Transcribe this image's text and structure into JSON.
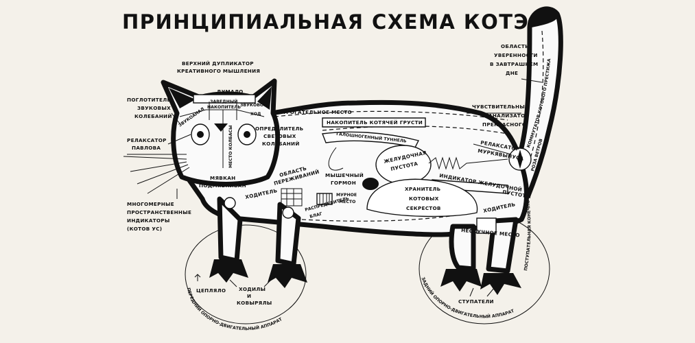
{
  "title": "ПРИНЦИПИАЛЬНАЯ СХЕМА КОТЭ",
  "labels": {
    "confidence_1": "ОБЛАСТЬ",
    "confidence_2": "УВЕРЕННОСТИ",
    "confidence_3": "В ЗАВТРАШНЕМ",
    "confidence_4": "ДНЕ",
    "prestige": "КОММУТАТОР КОТОВОГО ПРЕСТИЖА",
    "creative_1": "ВЕРХНИЙ ДУПЛИКАТОР",
    "creative_2": "КРЕАТИВНОГО МЫШЛЕНИЯ",
    "dumalo": "ДУМАЛО",
    "sound_1": "ПОГЛОТИТЕЛЬ",
    "sound_2": "ЗВУКОВЫХ",
    "sound_3": "КОЛЕБАНИЙ",
    "pavlov_1": "РЕЛАКСАТОР",
    "pavlov_2": "ПАВЛОВА",
    "zvuk_anal": "ЗВУКОАНАЛ",
    "nakopitel": "НАКОПИТЕЛЬ",
    "zvukovoy": "ЗВУКОВОЙ",
    "hod": "ХОД",
    "kogdaedy": "ЗАВЕДНЫЙ",
    "mesto_kolbasy": "МЕСТО КОЛБАСЫ",
    "light_1": "ОПРЕДЕЛИТЕЛЬ",
    "light_2": "СВЕТОВЫХ",
    "light_3": "КОЛЕБАНИЙ",
    "trogatelnoe": "ТРОГАТЕЛЬНОЕ МЕСТО",
    "grust": "НАКОПИТЕЛЬ КОТЯЧЕЙ ГРУСТИ",
    "tunnel": "ГАЛОШНОГЕННЫЙ ТУННЕЛЬ",
    "sensitive_1": "ЧУВСТВИТЕЛЬНЫЙ",
    "sensitive_2": "АНАЛИЗАТОР",
    "sensitive_3": "ПРЕКРАСНОГО",
    "murk_1": "РЕЛАКСАТОР",
    "murk_2": "МУРКЯВЫНУСА",
    "roza": "РОЗА ВЕТРОВ",
    "stomach_1": "ЖЕЛУДОЧНАЯ",
    "stomach_2": "ПУСТОТА",
    "indicator_1": "ИНДИКАТОР ЖЕЛУДОЧНОЙ",
    "indicator_2": "ПУСТОТЫ",
    "myakan": "МЯВКАН",
    "podmyavkivan": "ПОДМЯВКИВАН",
    "perezh_1": "ОБЛАСТЬ",
    "perezh_2": "ПЕРЕЖИВАНИЙ",
    "mouse_1": "МЫШЕЧНЫЙ",
    "mouse_2": "ГОРМОН",
    "hoditel": "ХОДИТЕЛЬ",
    "hoditel2": "ХОДИТЕЛЬ",
    "dim_1": "МНОГОМЕРНЫЕ",
    "dim_2": "ПРОСТРАНСТВЕННЫЕ",
    "dim_3": "ИНДИКАТОРЫ",
    "dim_4": "(КОТОВ УС)",
    "murnoe_1": "МУРНОЕ",
    "murnoe_2": "МЕСТО",
    "raspred_1": "РАСПРЕДЕЛИТЕЛЬ",
    "raspred_2": "БЛАГ",
    "secret_1": "ХРАНИТЕЛЬ",
    "secret_2": "КОТОВЫХ",
    "secret_3": "СЕКРЕСТОВ",
    "neskuchnoe": "НЕСКУЧНОЕ МЕСТО",
    "postup": "ПОСТУПАТЕЛЬНАЯ КОНЕЧНОСТЬ",
    "ceplyalo": "ЦЕПЛЯЛО",
    "hodily_1": "ХОДИЛЫ",
    "hodily_2": "И",
    "hodily_3": "КОВЫРЯЛЫ",
    "stupateli": "СТУПАТЕЛИ",
    "front_app": "ПЕРЕДНИЙ ОПОРНО-ДВИГАТЕЛЬНЫЙ АППАРАТ",
    "rear_app": "ЗАДНИЙ ОПОРНО-ДВИГАТЕЛЬНЫЙ АППАРАТ"
  }
}
